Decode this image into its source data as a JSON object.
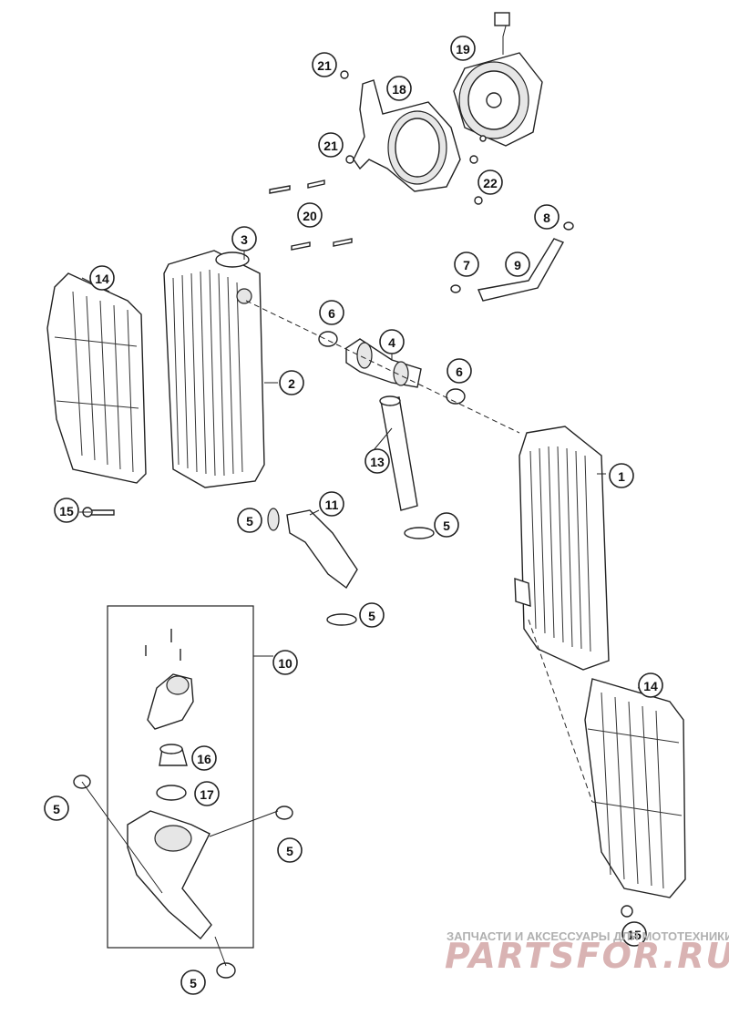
{
  "callouts": [
    {
      "label": "1"
    },
    {
      "label": "2"
    },
    {
      "label": "3"
    },
    {
      "label": "4"
    },
    {
      "label": "5"
    },
    {
      "label": "5"
    },
    {
      "label": "5"
    },
    {
      "label": "5"
    },
    {
      "label": "5"
    },
    {
      "label": "5"
    },
    {
      "label": "6"
    },
    {
      "label": "6"
    },
    {
      "label": "7"
    },
    {
      "label": "8"
    },
    {
      "label": "9"
    },
    {
      "label": "10"
    },
    {
      "label": "11"
    },
    {
      "label": "13"
    },
    {
      "label": "14"
    },
    {
      "label": "14"
    },
    {
      "label": "15"
    },
    {
      "label": "15"
    },
    {
      "label": "16"
    },
    {
      "label": "17"
    },
    {
      "label": "18"
    },
    {
      "label": "19"
    },
    {
      "label": "20"
    },
    {
      "label": "21"
    },
    {
      "label": "21"
    },
    {
      "label": "22"
    }
  ],
  "watermark": {
    "tagline": "ЗАПЧАСТИ И АКСЕССУАРЫ ДЛЯ МОТОТЕХНИКИ",
    "logo": "PARTSFOR.RU"
  }
}
